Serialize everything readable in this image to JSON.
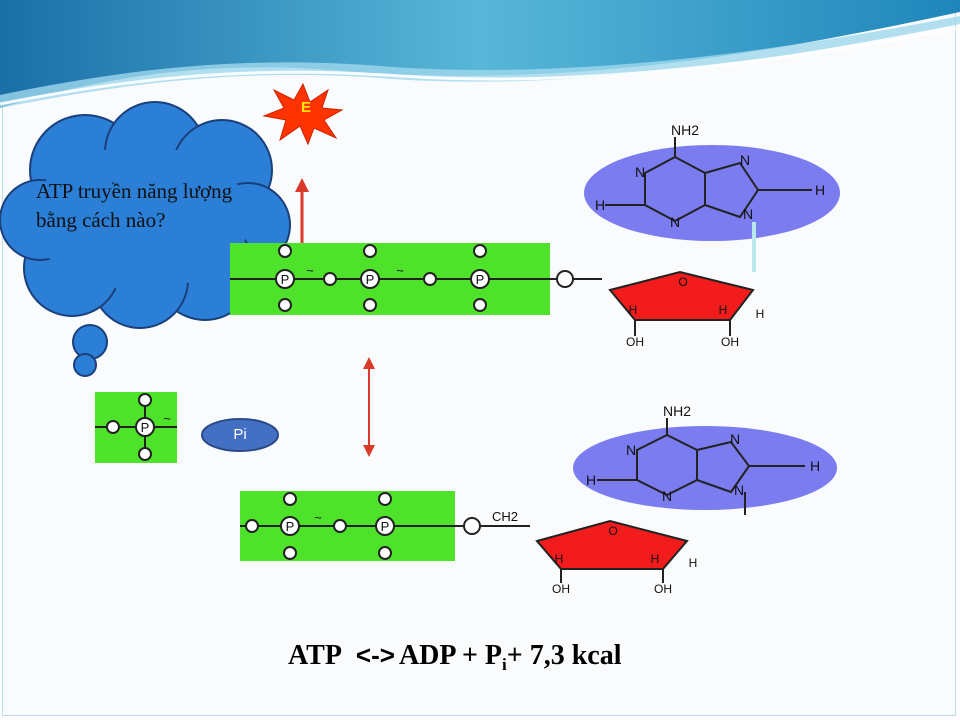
{
  "energy_label": "E",
  "question": "ATP truyền năng lượng bằng cách nào?",
  "pi_label": "Pi",
  "equation": {
    "left": "ATP",
    "arrow": "<->",
    "right_a": "ADP + P",
    "sub": "i",
    "right_b": "+ 7,3 kcal"
  },
  "atoms": {
    "O": "O",
    "P": "P",
    "N": "N",
    "H": "H",
    "NH2": "NH2",
    "OH": "OH",
    "CH2": "CH2",
    "bond": "~"
  },
  "colors": {
    "phosphate_fill": "#4ee32a",
    "adenine_fill": "#7a7cf0",
    "ribose_fill": "#f21c1c",
    "cloud_fill": "#2b7fd6",
    "cloud_stroke": "#1a3f7a",
    "arrow_color": "#d93a2a",
    "star_fill": "#ff3300",
    "pi_fill": "#4470c4"
  }
}
